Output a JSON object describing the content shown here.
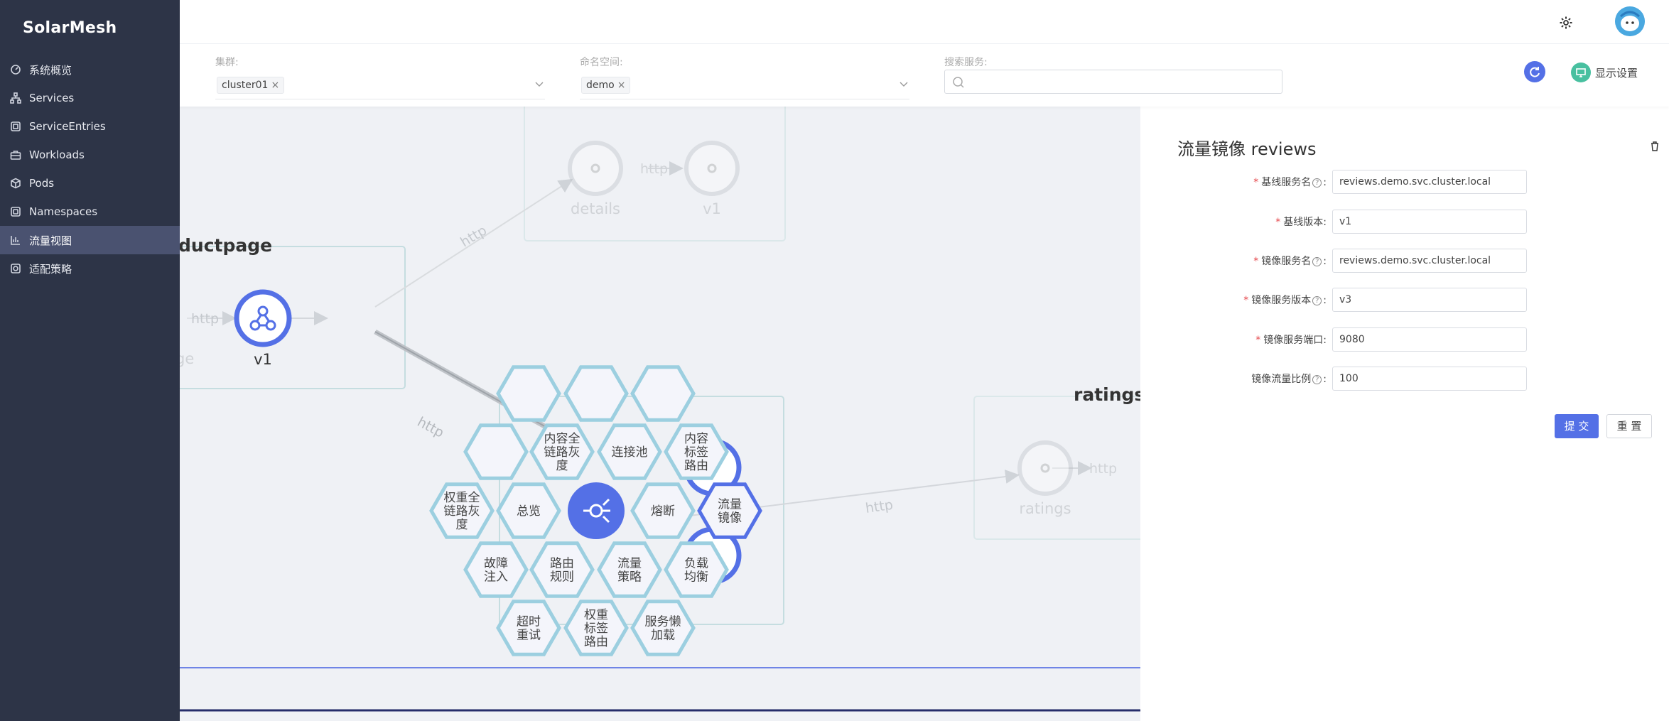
{
  "brand": "SolarMesh",
  "menu": [
    {
      "label": "系统概览",
      "icon": "dashboard-icon"
    },
    {
      "label": "Services",
      "icon": "sitemap-icon"
    },
    {
      "label": "ServiceEntries",
      "icon": "entry-icon"
    },
    {
      "label": "Workloads",
      "icon": "briefcase-icon"
    },
    {
      "label": "Pods",
      "icon": "cube-icon"
    },
    {
      "label": "Namespaces",
      "icon": "namespace-icon"
    },
    {
      "label": "流量视图",
      "icon": "bar-chart-icon",
      "active": true
    },
    {
      "label": "适配策略",
      "icon": "policy-icon"
    }
  ],
  "filters": {
    "cluster_label": "集群:",
    "cluster_tag": "cluster01",
    "namespace_label": "命名空间:",
    "namespace_tag": "demo",
    "search_label": "搜索服务:",
    "search_placeholder": "",
    "display_settings": "显示设置"
  },
  "topology": {
    "services": {
      "productpage": "ductpage",
      "productpage_version": "v1",
      "productpage_partial": "ge",
      "details_node": "details",
      "details_version": "v1",
      "ratings": "ratings",
      "ratings_node": "ratings"
    },
    "edge_label": "http",
    "hex_menu": [
      "内容全\n链路灰\n度",
      "连接池",
      "内容\n标签\n路由",
      "权重全\n链路灰\n度",
      "总览",
      "熔断",
      "流量\n镜像",
      "故障\n注入",
      "路由\n规则",
      "流量\n策略",
      "负载\n均衡",
      "超时\n重试",
      "权重\n标签\n路由",
      "服务懒\n加载"
    ]
  },
  "panel": {
    "title": "流量镜像 reviews",
    "fields": [
      {
        "label": "基线服务名",
        "required": true,
        "help": true,
        "value": "reviews.demo.svc.cluster.local"
      },
      {
        "label": "基线版本",
        "required": true,
        "help": false,
        "value": "v1"
      },
      {
        "label": "镜像服务名",
        "required": true,
        "help": true,
        "value": "reviews.demo.svc.cluster.local"
      },
      {
        "label": "镜像服务版本",
        "required": true,
        "help": true,
        "value": "v3"
      },
      {
        "label": "镜像服务端口",
        "required": true,
        "help": false,
        "value": "9080"
      },
      {
        "label": "镜像流量比例",
        "required": false,
        "help": true,
        "value": "100"
      }
    ],
    "submit": "提 交",
    "reset": "重 置"
  },
  "colors": {
    "sidebar": "#2d3447",
    "accent": "#5470e6",
    "hex_stroke": "#9ccfe0",
    "hex_active": "#5470e6"
  }
}
